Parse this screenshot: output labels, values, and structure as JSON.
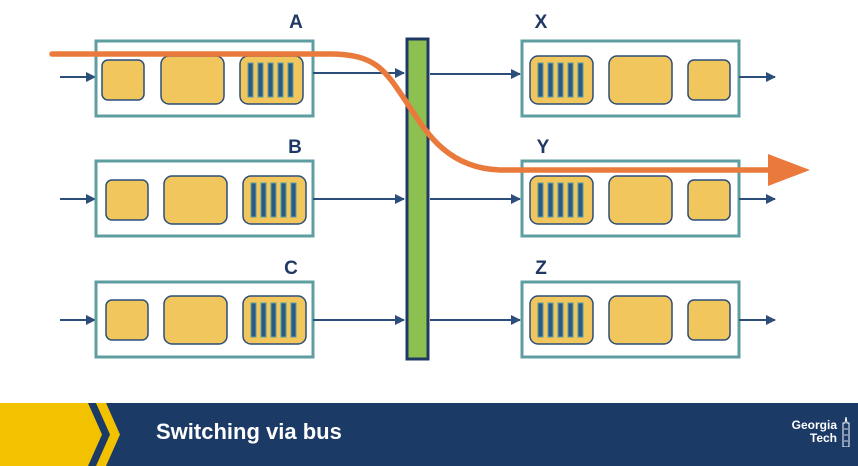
{
  "diagram": {
    "input_ports": [
      "A",
      "B",
      "C"
    ],
    "output_ports": [
      "X",
      "Y",
      "Z"
    ]
  },
  "footer": {
    "title": "Switching via bus",
    "logo_line1": "Georgia",
    "logo_line2": "Tech"
  },
  "colors": {
    "port_border": "#5e9ea0",
    "component_fill": "#f1c75d",
    "component_border": "#2b4e7a",
    "bus_fill": "#8cc152",
    "bus_border": "#1f3864",
    "arrow": "#2b4e7a",
    "path_highlight": "#ea7a3c",
    "footer_bg": "#1b3a66",
    "footer_chevron": "#f2c100"
  }
}
